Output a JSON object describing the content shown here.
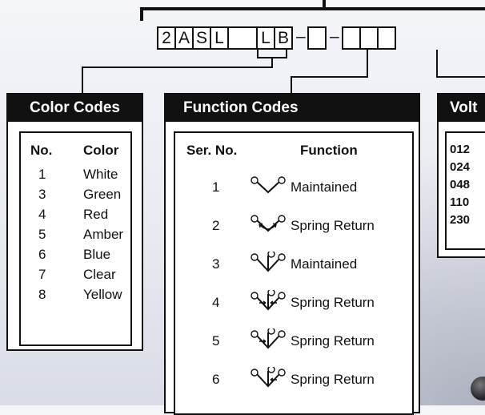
{
  "part_number": {
    "boxes": [
      "2",
      "A",
      "S",
      "L",
      "",
      "L",
      "B",
      "",
      "",
      "",
      ""
    ],
    "separator": "–"
  },
  "color_codes": {
    "title": "Color Codes",
    "col_no": "No.",
    "col_color": "Color",
    "rows": [
      {
        "no": "1",
        "color": "White"
      },
      {
        "no": "3",
        "color": "Green"
      },
      {
        "no": "4",
        "color": "Red"
      },
      {
        "no": "5",
        "color": "Amber"
      },
      {
        "no": "6",
        "color": "Blue"
      },
      {
        "no": "7",
        "color": "Clear"
      },
      {
        "no": "8",
        "color": "Yellow"
      }
    ]
  },
  "function_codes": {
    "title": "Function Codes",
    "col_no": "Ser. No.",
    "col_fn": "Function",
    "rows": [
      {
        "no": "1",
        "symbol": "two-way-maintained-icon",
        "function": "Maintained"
      },
      {
        "no": "2",
        "symbol": "two-way-spring-return-icon",
        "function": "Spring Return"
      },
      {
        "no": "3",
        "symbol": "three-way-maintained-icon",
        "function": "Maintained"
      },
      {
        "no": "4",
        "symbol": "three-way-spring-return-both-icon",
        "function": "Spring Return"
      },
      {
        "no": "5",
        "symbol": "three-way-spring-return-left-icon",
        "function": "Spring Return"
      },
      {
        "no": "6",
        "symbol": "three-way-spring-return-right-icon",
        "function": "Spring Return"
      }
    ]
  },
  "voltage_codes": {
    "title": "Volt",
    "rows": [
      "012",
      "024",
      "048",
      "110",
      "230"
    ]
  }
}
